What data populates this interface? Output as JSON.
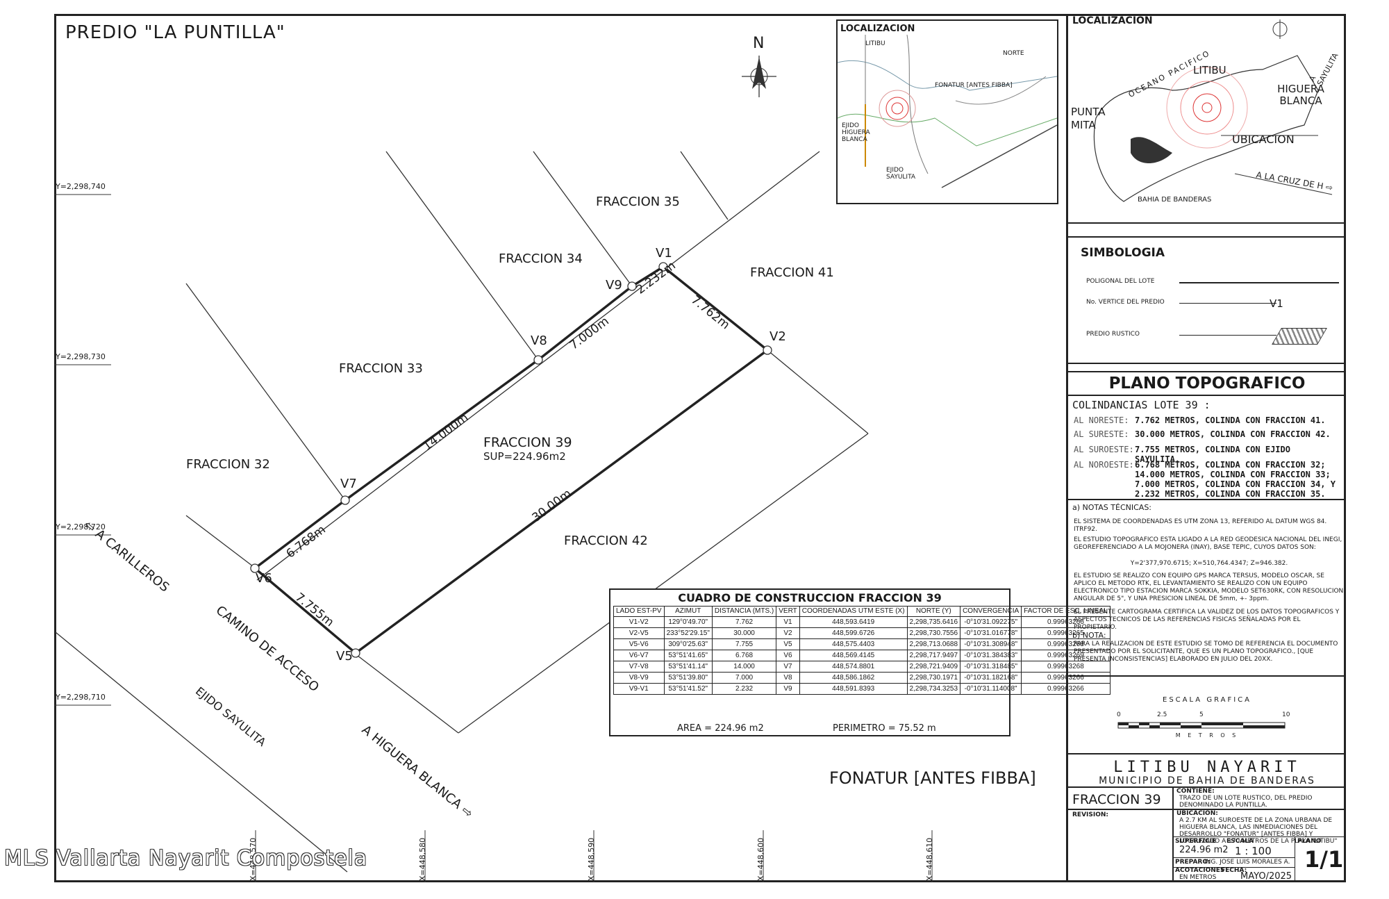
{
  "title": "PREDIO \"LA PUNTILLA\"",
  "north_label": "N",
  "grid": {
    "y_labels": [
      "Y=2,298,740",
      "Y=2,298,730",
      "Y=2,298,720",
      "Y=2,298,710"
    ],
    "x_labels": [
      "X=448,570",
      "X=448,580",
      "X=448,590",
      "X=448,600",
      "X=448,610"
    ]
  },
  "plan": {
    "vertices": [
      "V1",
      "V2",
      "V5",
      "V6",
      "V7",
      "V8",
      "V9"
    ],
    "fracciones": [
      "FRACCION 35",
      "FRACCION 34",
      "FRACCION 41",
      "FRACCION 33",
      "FRACCION 32",
      "FRACCION 42"
    ],
    "lot_name": "FRACCION 39",
    "lot_area": "SUP=224.96m2",
    "dimensions": [
      "2.232m",
      "7.762m",
      "7.000m",
      "14.000m",
      "30.00m",
      "6.768m",
      "7.755m"
    ],
    "road_labels": [
      "A CARILLEROS",
      "CAMINO DE ACCESO",
      "EJIDO SAYULITA",
      "A HIGUERA BLANCA"
    ],
    "fonatur": "FONATUR [ANTES FIBBA]"
  },
  "locmap1": {
    "title": "LOCALIZACION",
    "labels": [
      "LITIBU",
      "FONATUR [ANTES FIBBA]",
      "EJIDO HIGUERA BLANCA",
      "EJIDO SAYULITA",
      "NORTE"
    ]
  },
  "construction": {
    "title": "CUADRO DE CONSTRUCCION FRACCION 39",
    "headers": [
      "LADO EST-PV",
      "AZIMUT",
      "DISTANCIA (MTS.)",
      "VERT",
      "COORDENADAS UTM ESTE (X)",
      "NORTE (Y)",
      "CONVERGENCIA",
      "FACTOR DE ESC. LINEAL"
    ],
    "rows": [
      [
        "V1-V2",
        "129°0'49.70\"",
        "7.762",
        "V1",
        "448,593.6419",
        "2,298,735.6416",
        "-0°10'31.092275\"",
        "0.99963266"
      ],
      [
        "V2-V5",
        "233°52'29.15\"",
        "30.000",
        "V2",
        "448,599.6726",
        "2,298,730.7556",
        "-0°10'31.016778\"",
        "0.99963265"
      ],
      [
        "V5-V6",
        "309°0'25.63\"",
        "7.755",
        "V5",
        "448,575.4403",
        "2,298,713.0688",
        "-0°10'31.308948\"",
        "0.99963268"
      ],
      [
        "V6-V7",
        "53°51'41.65\"",
        "6.768",
        "V6",
        "448,569.4145",
        "2,298,717.9497",
        "-0°10'31.384383\"",
        "0.99963269"
      ],
      [
        "V7-V8",
        "53°51'41.14\"",
        "14.000",
        "V7",
        "448,574.8801",
        "2,298,721.9409",
        "-0°10'31.318485\"",
        "0.99963268"
      ],
      [
        "V8-V9",
        "53°51'39.80\"",
        "7.000",
        "V8",
        "448,586.1862",
        "2,298,730.1971",
        "-0°10'31.182168\"",
        "0.99963266"
      ],
      [
        "V9-V1",
        "53°51'41.52\"",
        "2.232",
        "V9",
        "448,591.8393",
        "2,298,734.3253",
        "-0°10'31.114008\"",
        "0.99963266"
      ]
    ],
    "area": "AREA = 224.96 m2",
    "perimetro": "PERIMETRO = 75.52 m"
  },
  "right": {
    "loc_title": "LOCALIZACION",
    "loc_labels": {
      "oceano": "OCEANO PACIFICO",
      "litibu": "LITIBU",
      "higuera": "HIGUERA BLANCA",
      "punta": "PUNTA MITA",
      "ubicacion": "UBICACION",
      "sayulita": "A SAYULITA",
      "cruz": "A LA CRUZ DE H",
      "bahia": "BAHIA DE BANDERAS"
    },
    "simbologia_title": "SIMBOLOGIA",
    "simbologia": [
      "POLIGONAL DEL LOTE",
      "No. VERTICE DEL PREDIO",
      "PREDIO RUSTICO"
    ],
    "simbologia_vertex": "V1",
    "plano_title": "PLANO TOPOGRAFICO",
    "colindancias_title": "COLINDANCIAS LOTE 39 :",
    "colindancias": [
      {
        "dir": "AL NORESTE:",
        "text": "7.762 METROS, COLINDA CON FRACCION 41."
      },
      {
        "dir": "AL SURESTE:",
        "text": "30.000 METROS, COLINDA CON FRACCION 42."
      },
      {
        "dir": "AL SUROESTE:",
        "text": "7.755 METROS, COLINDA CON EJIDO SAYULITA."
      },
      {
        "dir": "AL NOROESTE:",
        "text": "6.768 METROS, COLINDA CON FRACCION 32; 14.000 METROS, COLINDA CON FRACCION 33; 7.000 METROS, COLINDA CON FRACCION 34, Y 2.232 METROS, COLINDA CON FRACCION 35."
      }
    ],
    "notas_title": "a) NOTAS TÉCNICAS:",
    "notas": [
      "EL SISTEMA DE COORDENADAS ES UTM ZONA 13, REFERIDO AL DATUM WGS 84. ITRF92.",
      "EL ESTUDIO TOPOGRAFICO ESTA LIGADO A LA RED GEODESICA NACIONAL DEL INEGI, GEOREFERENCIADO A LA MOJONERA (INAY), BASE TEPIC, CUYOS DATOS SON:",
      "Y=2'377,970.6715;  X=510,764.4347;  Z=946.382.",
      "EL ESTUDIO SE REALIZO CON EQUIPO GPS MARCA TERSUS, MODELO OSCAR, SE APLICO EL METODO RTK, EL LEVANTAMIENTO SE REALIZO CON UN EQUIPO ELECTRONICO TIPO ESTACION MARCA SOKKIA, MODELO SET630RK, CON RESOLUCION ANGULAR DE 5\", Y UNA PRESICION LINEAL DE 5mm, +- 3ppm.",
      "EL PRESENTE CARTOGRAMA CERTIFICA LA VALIDEZ DE LOS DATOS TOPOGRAFICOS Y ASPECTOS TECNICOS DE LAS REFERENCIAS FISICAS SEÑALADAS POR EL PROPIETARIO."
    ],
    "notas_b_title": "b) NOTA:",
    "notas_b": "PARA LA REALIZACION DE ESTE ESTUDIO SE TOMO DE REFERENCIA EL DOCUMENTO PRESENTADO POR EL SOLICITANTE, QUE ES UN PLANO TOPOGRAFICO., [QUE PRESENTA INCONSISTENCIAS] ELABORADO EN JULIO DEL 20XX.",
    "escala_title": "ESCALA GRAFICA",
    "escala_ticks": [
      "0",
      "2.5",
      "5",
      "10"
    ],
    "escala_unit": "M E T R O S",
    "place": "LITIBU NAYARIT",
    "municipio": "MUNICIPIO DE BAHIA DE BANDERAS",
    "fraccion": "FRACCION 39",
    "contiene_label": "CONTIENE:",
    "contiene": "TRAZO DE UN LOTE RUSTICO, DEL PREDIO DENOMINADO LA PUNTILLA.",
    "ubicacion_label": "UBICACION:",
    "ubicacion": "A 2.7 KM AL SUROESTE DE LA ZONA URBANA DE HIGUERA BLANCA, LAS INMEDIACIONES DEL DESARROLLO \"FONATUR\" [ANTES FIBBA] Y LOCALIZADO A 170 METROS DE LA PLAYA \"LITIBU\"",
    "revision": "REVISION:",
    "superficie_label": "SUPERFICIE",
    "superficie": "224.96 m2",
    "escala_label": "ESCALA",
    "escala": "1 : 100",
    "plano_label": "PLANO",
    "plano_num": "1/1",
    "preparo_label": "PREPARO:",
    "preparo": "ING. JOSE LUIS MORALES A.",
    "acotaciones_label": "ACOTACIONES",
    "acotaciones": "EN METROS",
    "fecha_label": "FECHA:",
    "fecha": "MAYO/2025"
  },
  "watermark": "MLS Vallarta Nayarit Compostela"
}
